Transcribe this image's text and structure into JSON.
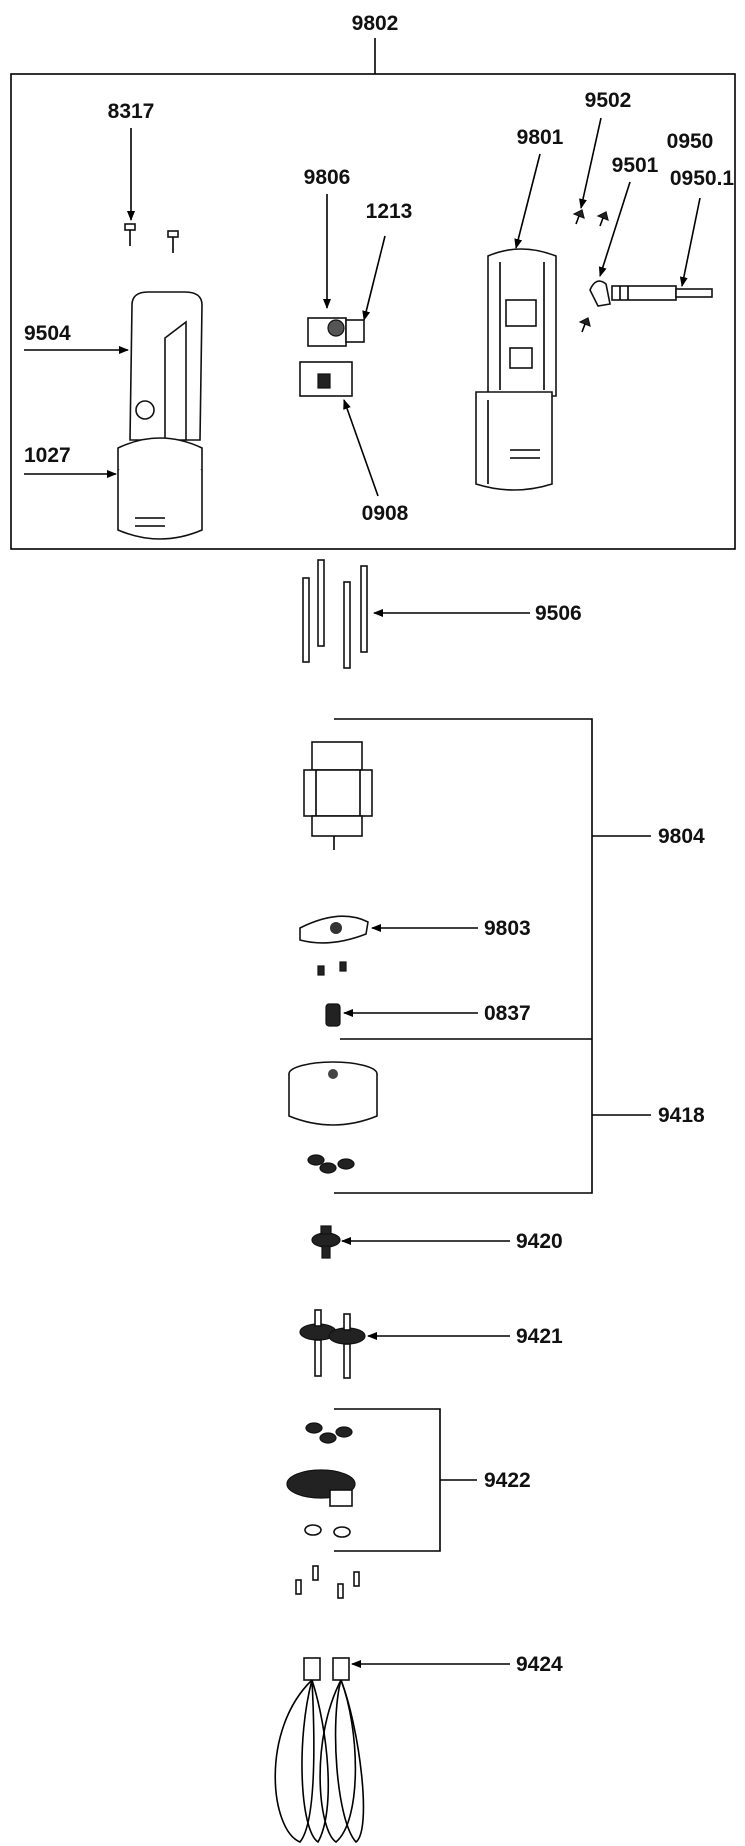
{
  "labels": {
    "l9802": "9802",
    "l8317": "8317",
    "l9806": "9806",
    "l1213": "1213",
    "l9801": "9801",
    "l9502": "9502",
    "l0950": "0950",
    "l9501": "9501",
    "l0950_1": "0950.1",
    "l9504": "9504",
    "l1027": "1027",
    "l0908": "0908",
    "l9506": "9506",
    "l9804": "9804",
    "l9803": "9803",
    "l0837": "0837",
    "l9418": "9418",
    "l9420": "9420",
    "l9421": "9421",
    "l9422": "9422",
    "l9424": "9424"
  },
  "icons": [
    "screw-icon",
    "handle-housing-icon",
    "switch-icon",
    "cable-icon",
    "rod-icon",
    "motor-icon",
    "plate-icon",
    "spring-icon",
    "gearbox-icon",
    "gear-icon",
    "whisk-icon"
  ]
}
